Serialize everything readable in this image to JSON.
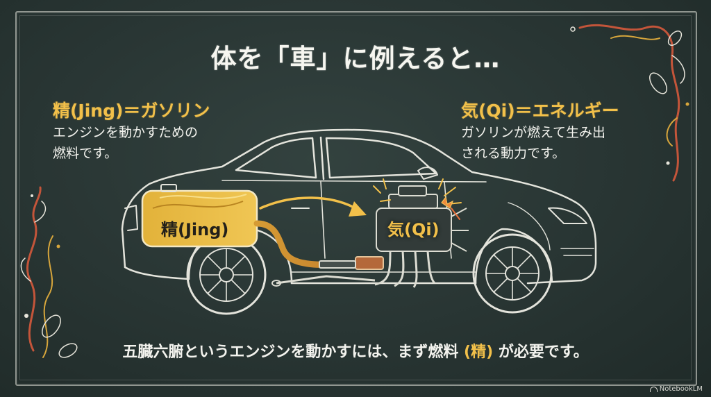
{
  "title": "体を「車」に例えると…",
  "left_block": {
    "heading": "精(Jing)＝ガソリン",
    "desc_lines": [
      "エンジンを動かすための",
      "燃料です。"
    ]
  },
  "right_block": {
    "heading": "気(Qi)＝エネルギー",
    "desc_lines": [
      "ガソリンが燃えて生み出",
      "される動力です。"
    ]
  },
  "diagram": {
    "tank_label": "精(Jing)",
    "engine_label": "気(Qi)"
  },
  "bottom": {
    "before": "五臓六腑というエンジンを動かすには、まず燃料",
    "highlight": "(精)",
    "after": "が必要です。"
  },
  "credit": "NotebookLM",
  "colors": {
    "board": "#2a3735",
    "chalk": "#f1f1ec",
    "accent": "#f2c04a",
    "vine": "#c4553a"
  }
}
